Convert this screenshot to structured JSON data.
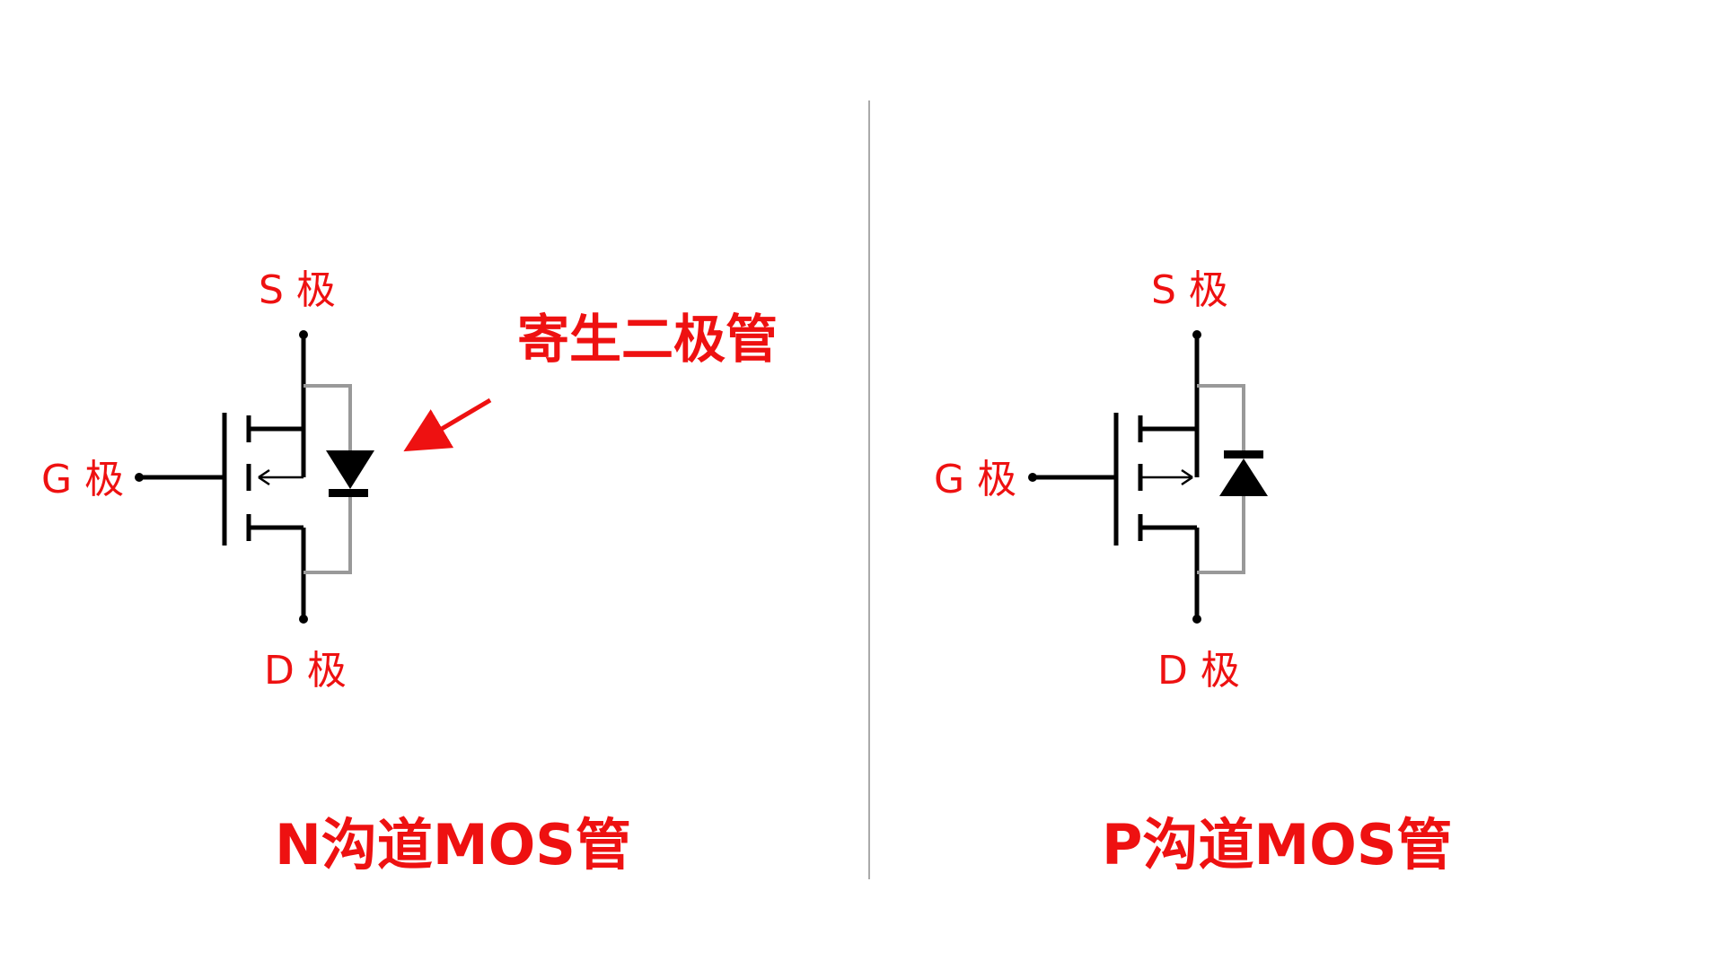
{
  "colors": {
    "label_red": "#ee1111",
    "wire_black": "#000000",
    "body_diode_gray": "#999999",
    "divider_gray": "#aaaaaa"
  },
  "left_panel": {
    "source_label": "S 极",
    "gate_label": "G 极",
    "drain_label": "D 极",
    "annotation": "寄生二极管",
    "caption": "N沟道MOS管"
  },
  "right_panel": {
    "source_label": "S 极",
    "gate_label": "G 极",
    "drain_label": "D 极",
    "caption": "P沟道MOS管"
  }
}
